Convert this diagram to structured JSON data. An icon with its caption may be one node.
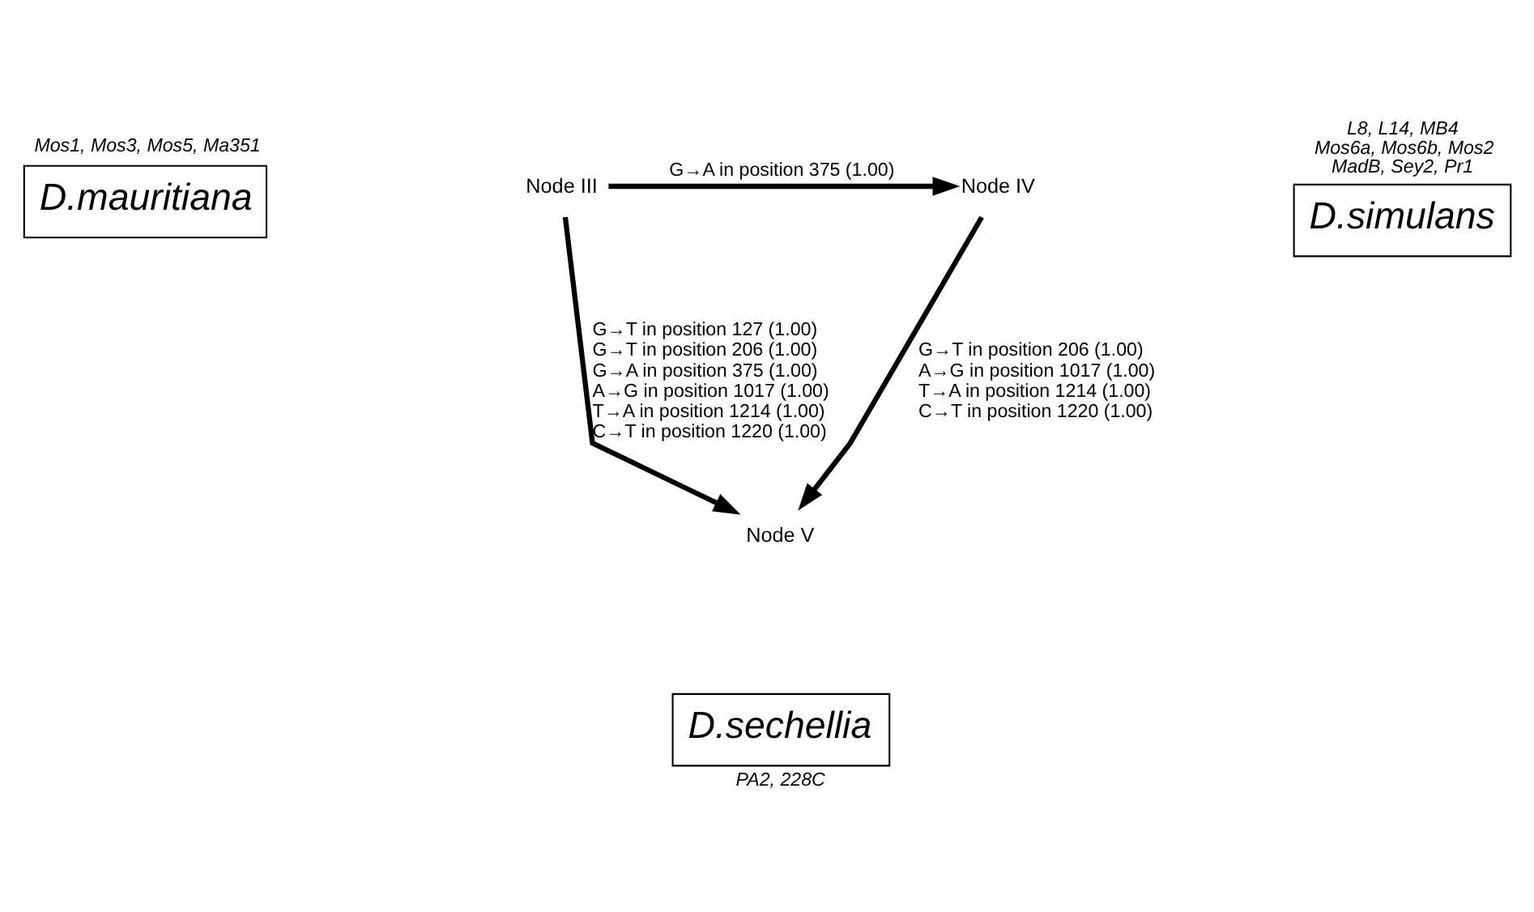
{
  "diagram": {
    "nodes": [
      {
        "text": [
          "D.mauritiana"
        ],
        "beside": [
          "Mos1, Mos3, Mos5, Ma351"
        ]
      },
      {
        "text": [
          "Node III"
        ]
      },
      {
        "text": [
          "Node IV"
        ]
      },
      {
        "text": [
          "D.simulans"
        ],
        "beside": [
          "L8, L14, MB4 Mos6a, Mos6b, Mos2 MadB, Sey2, Pr1"
        ]
      },
      {
        "text": [
          "Node V"
        ]
      },
      {
        "text": [
          "D.sechellia"
        ],
        "beside": [
          "PA2, 228C"
        ]
      }
    ],
    "edges": [
      {
        "from": 1,
        "to": 2,
        "arrow": "to",
        "label": "G→A in position 375 (1.00)"
      },
      {
        "from": 1,
        "to": 4,
        "arrow": "to",
        "label": "G→T in position 127 (1.00) G→T in position 206 (1.00) G→A in position 375 (1.00) A→G in position 1017 (1.00) T→A in position 1214 (1.00) C→T in position 1220 (1.00)"
      },
      {
        "from": 2,
        "to": 4,
        "arrow": "to",
        "label": "G→T in position 206 (1.00) A→G in position 1017 (1.00) T→A in position 1214 (1.00) C→T in position 1220 (1.00)"
      }
    ]
  }
}
